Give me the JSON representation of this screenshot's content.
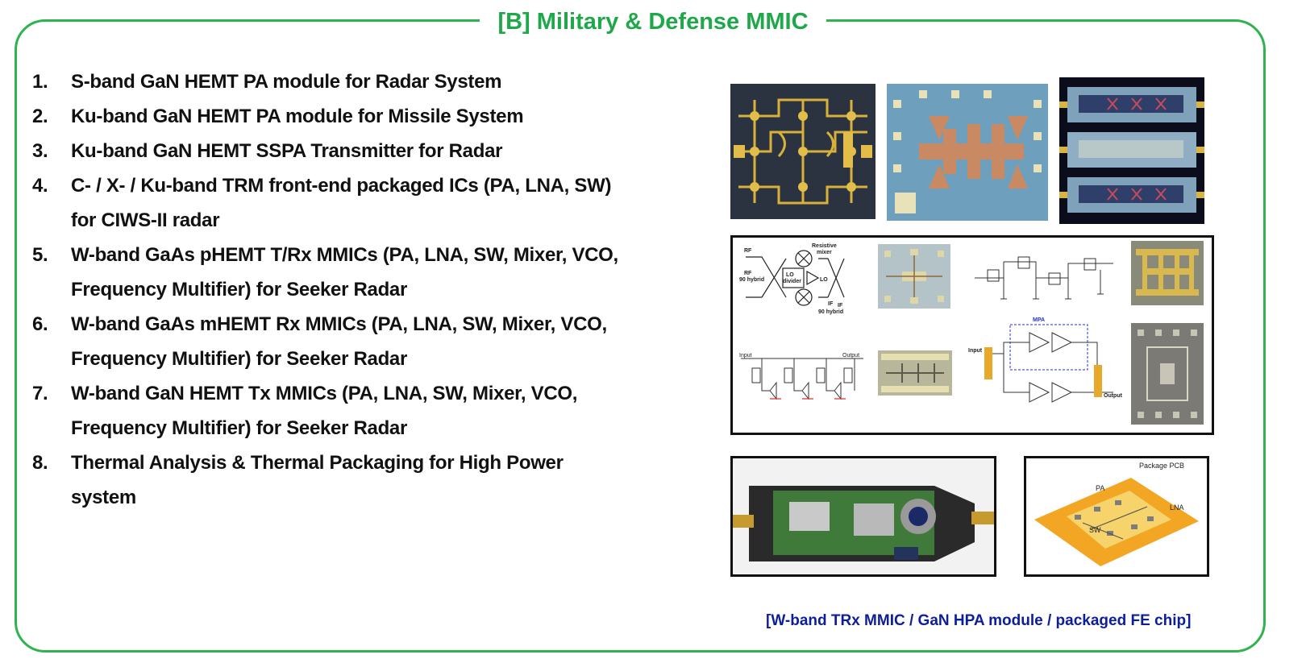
{
  "title": "[B] Military & Defense MMIC",
  "items": [
    {
      "num": "1.",
      "lines": [
        "S-band GaN HEMT PA module for Radar System"
      ]
    },
    {
      "num": "2.",
      "lines": [
        "Ku-band GaN HEMT PA module for Missile System"
      ]
    },
    {
      "num": "3.",
      "lines": [
        "Ku-band GaN HEMT SSPA Transmitter for Radar"
      ]
    },
    {
      "num": "4.",
      "lines": [
        "C- / X- / Ku-band TRM front-end packaged ICs (PA, LNA, SW)",
        "for CIWS-II radar"
      ]
    },
    {
      "num": "5.",
      "lines": [
        "W-band GaAs pHEMT T/Rx MMICs (PA, LNA, SW, Mixer, VCO,",
        "Frequency Multifier) for Seeker Radar"
      ]
    },
    {
      "num": "6.",
      "lines": [
        "W-band GaAs mHEMT Rx MMICs (PA, LNA, SW, Mixer, VCO,",
        "Frequency Multifier) for Seeker Radar"
      ]
    },
    {
      "num": "7.",
      "lines": [
        "W-band GaN HEMT Tx MMICs (PA, LNA, SW, Mixer, VCO,",
        "Frequency Multifier) for Seeker Radar"
      ]
    },
    {
      "num": "8.",
      "lines": [
        "Thermal Analysis & Thermal Packaging for High Power",
        "system"
      ]
    }
  ],
  "diagram_labels": {
    "mixer": {
      "rf": "RF",
      "rf_hybrid_1": "RF",
      "rf_hybrid_2": "90 hybrid",
      "lo_1": "LO",
      "lo_2": "divider",
      "lo": "LO",
      "resistive_1": "Resistive",
      "resistive_2": "mixer",
      "if": "IF",
      "if_hybrid": "90 hybrid",
      "if_out": "IF"
    },
    "mpa": {
      "mpa": "MPA",
      "input": "Input",
      "output": "Output"
    },
    "lna": {
      "input": "Input",
      "output": "Output"
    },
    "package": {
      "pcb": "Package PCB",
      "pa": "PA",
      "lna": "LNA",
      "sw": "SW"
    }
  },
  "caption": "[W-band TRx MMIC / GaN HPA module /  packaged FE chip]",
  "colors": {
    "frame": "#2fb34f",
    "title": "#1fa84a",
    "caption": "#0d1e9a"
  }
}
